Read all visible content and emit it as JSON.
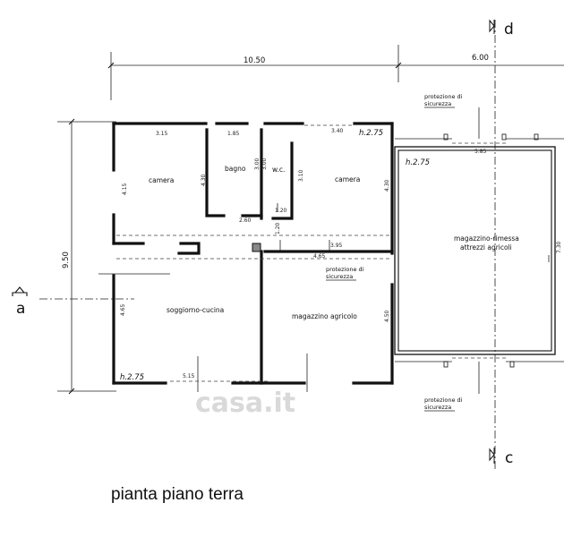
{
  "title": "pianta piano terra",
  "watermark": "casa.it",
  "section_marks": {
    "top": "d",
    "bottom": "c",
    "left": "a"
  },
  "overall_dims": {
    "width_main": "10.50",
    "width_annex": "6.00",
    "depth": "9.50"
  },
  "rooms": {
    "camera_left": "camera",
    "bagno": "bagno",
    "wc": "w.c.",
    "camera_right": "camera",
    "soggiorno": "soggiorno-cucina",
    "magazzino": "magazzino agricolo",
    "rimessa_l1": "magazzino-rimessa",
    "rimessa_l2": "attrezzi agricoli"
  },
  "heights": {
    "main": "h.2.75",
    "annex": "h.2.75",
    "living": "h.2.75"
  },
  "notes": {
    "top_l1": "protezione di",
    "top_l2": "sicurezza",
    "mid_l1": "protezione di",
    "mid_l2": "sicurezza",
    "bot_l1": "protezione di",
    "bot_l2": "sicurezza"
  },
  "room_dims": {
    "camera_w": "3.15",
    "camera_h": "4.15",
    "camera_inner": "4.30",
    "bagno_w": "1.85",
    "bagno_h": "3.00",
    "bagno_bottom": "2.60",
    "wc_h": "3.10",
    "wc_bottom": "1.20",
    "corridor": "1.20",
    "camera_r_w": "3.40",
    "camera_r_h": "4.30",
    "annex_w": "5.85",
    "annex_h": "7.30",
    "corr_w": "3.95",
    "mag_w": "4.65",
    "mag_h": "4.50",
    "living_h": "4.65",
    "living_w": "5.15"
  }
}
